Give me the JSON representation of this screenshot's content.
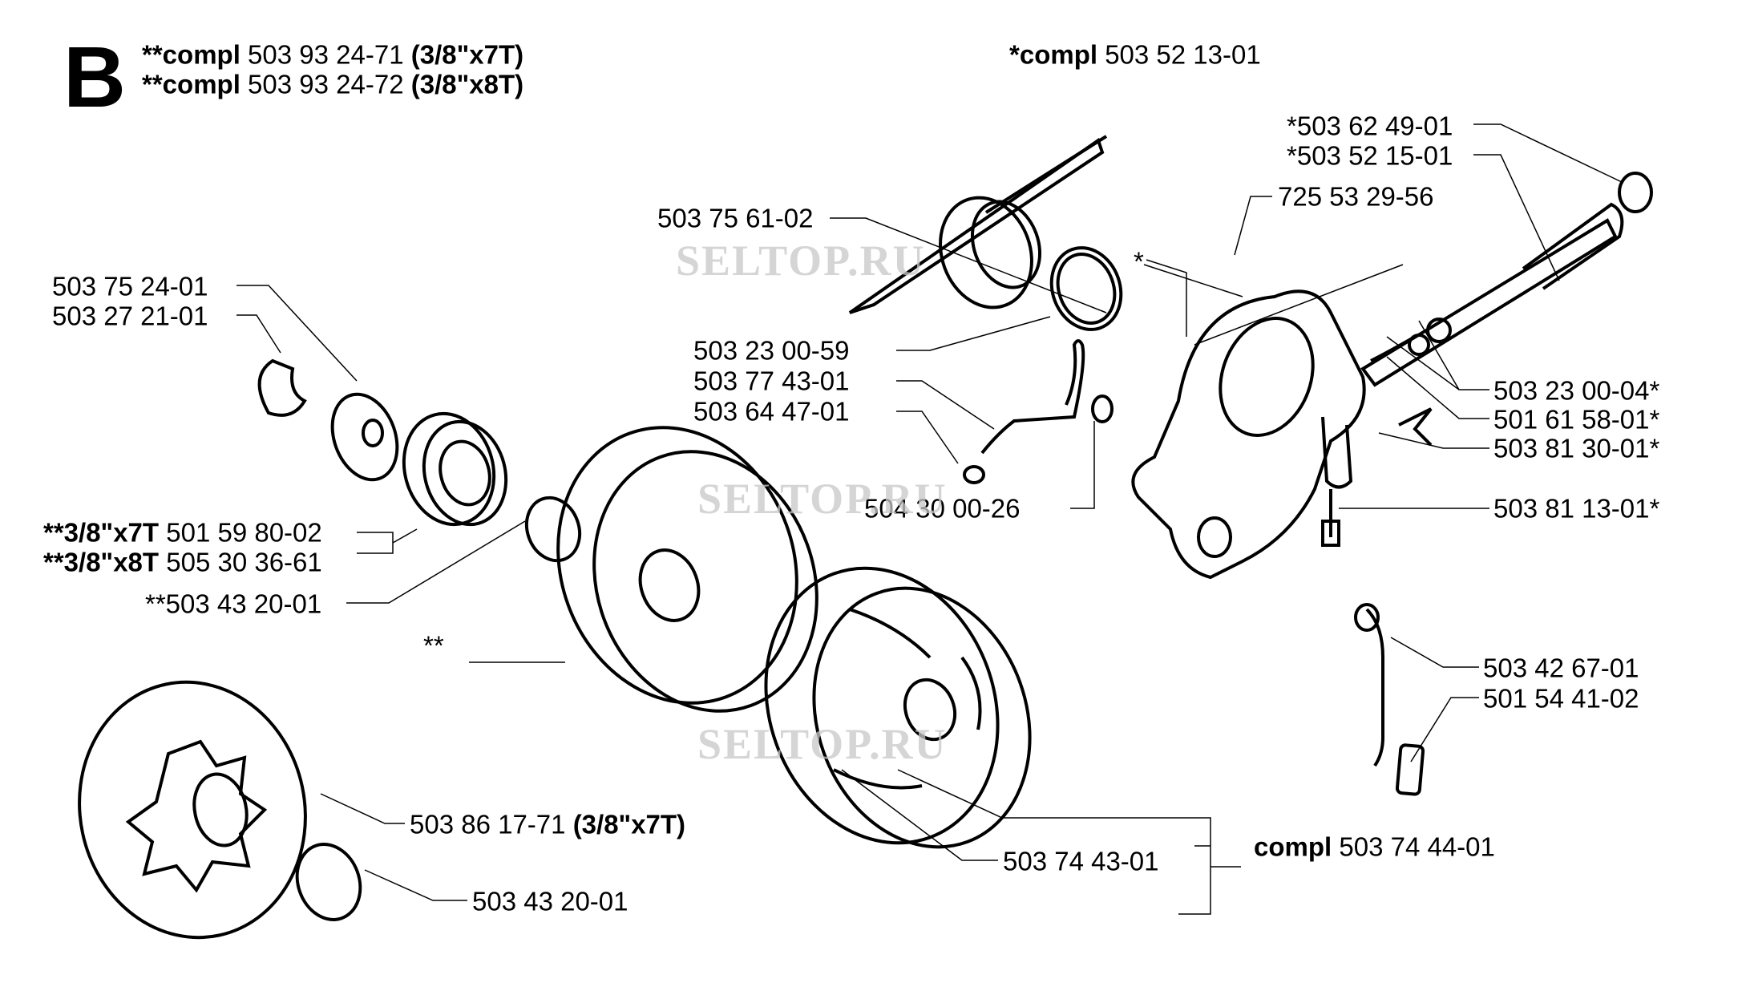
{
  "section": "B",
  "header": {
    "compl_7t": {
      "prefix": "**compl",
      "number": "503 93 24-71",
      "suffix": "(3/8\"x7T)"
    },
    "compl_8t": {
      "prefix": "**compl",
      "number": "503 93 24-72",
      "suffix": "(3/8\"x8T)"
    },
    "pump_compl": {
      "prefix": "*compl",
      "number": "503 52 13-01"
    }
  },
  "labels": {
    "p1": "*503 62 49-01",
    "p2": "*503 52 15-01",
    "p3": "725 53 29-56",
    "p4": "503 75 61-02",
    "p5": "*",
    "p6": "503 75 24-01",
    "p7": "503 27 21-01",
    "p8": "503 23 00-59",
    "p9": "503 77 43-01",
    "p10": "503 64 47-01",
    "p11": "503 23 00-04*",
    "p12": "501 61 58-01*",
    "p13": "503 81 30-01*",
    "p14": "503 81 13-01*",
    "p15": "504 30 00-26",
    "p16_prefix": "**3/8\"x7T",
    "p16": "501 59 80-02",
    "p17_prefix": "**3/8\"x8T",
    "p17": "505 30 36-61",
    "p18": "**503 43 20-01",
    "p19": "**",
    "p20": "503 42 67-01",
    "p21": "501 54 41-02",
    "p22": "503 86 17-71",
    "p22_suffix": "(3/8\"x7T)",
    "p23_prefix": "compl",
    "p23": "503 74 44-01",
    "p24": "503 74 43-01",
    "p25": "503 43 20-01"
  },
  "watermark": "SELTOP.RU"
}
